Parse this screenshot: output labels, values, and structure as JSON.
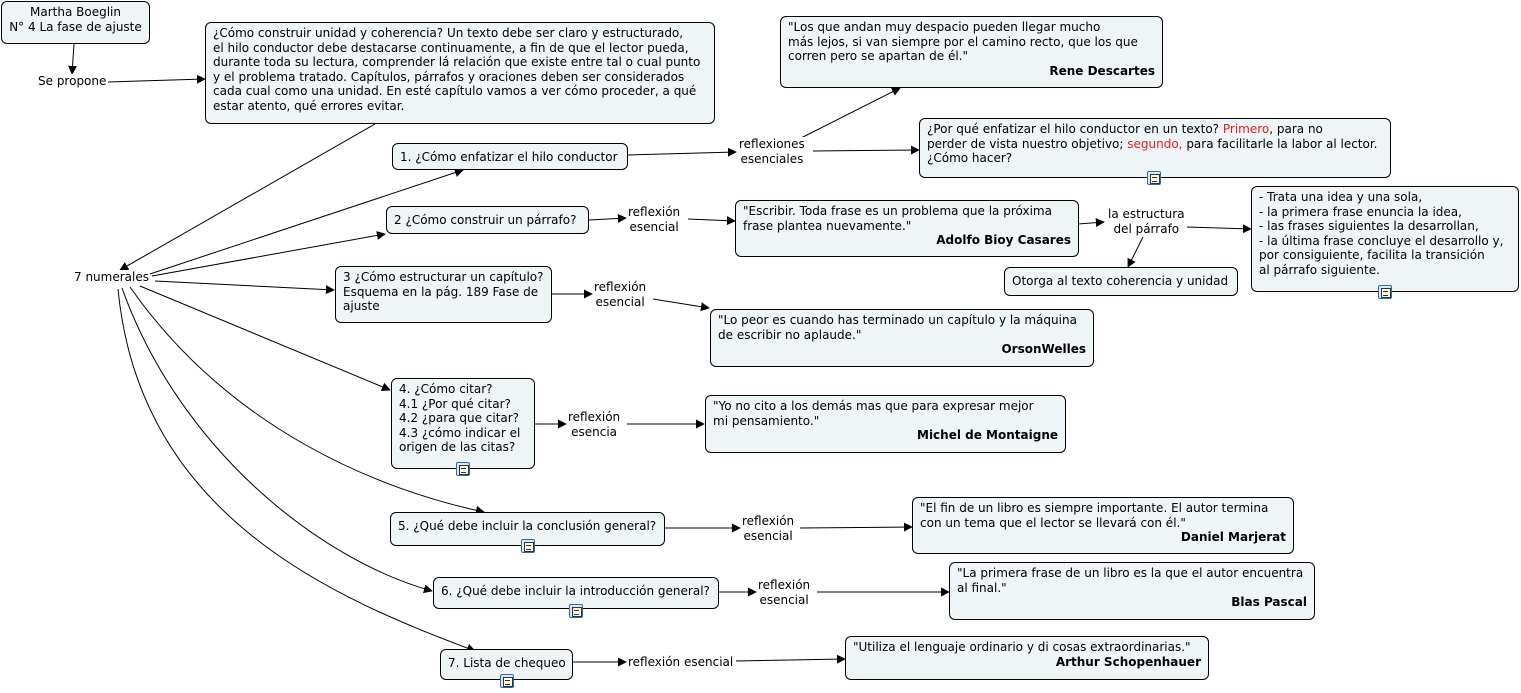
{
  "root": {
    "lines": [
      "Martha Boeglin",
      "N° 4 La fase de ajuste"
    ]
  },
  "links": {
    "se_propone": "Se propone",
    "siete_numerales": "7 numerales",
    "reflexiones_esenciales": [
      "reflexiones",
      "esenciales"
    ],
    "reflexion_esencial": [
      "reflexión",
      "esencial"
    ],
    "estructura_parrafo": [
      "la estructura",
      "del párrafo"
    ],
    "reflexion_esencia": [
      "reflexión",
      "esencia"
    ],
    "reflexion_esencial_inline": "reflexión esencial"
  },
  "intro": {
    "lines": [
      "¿Cómo construir unidad y coherencia? Un texto debe ser claro y estructurado,",
      "el hilo conductor debe destacarse continuamente, a fin de que el lector pueda,",
      "durante toda su lectura, comprender lá relación que existe entre tal o cual punto",
      "y el problema tratado. Capítulos, párrafos y oraciones deben ser considerados",
      "cada cual como una unidad. En esté capítulo vamos a ver cómo proceder, a qué",
      "estar atento, qué errores evitar."
    ]
  },
  "numerales": {
    "n1": "1. ¿Cómo enfatizar el hilo conductor",
    "n2": "2 ¿Cómo construir un párrafo?",
    "n3": [
      "3 ¿Cómo estructurar un capítulo?",
      "Esquema en la pág. 189 Fase de",
      "ajuste"
    ],
    "n4": [
      "4. ¿Cómo citar?",
      "4.1 ¿Por qué citar?",
      "4.2 ¿para que citar?",
      "4.3 ¿cómo indicar el",
      "origen de las citas?"
    ],
    "n5": "5. ¿Qué debe incluir la conclusión general?",
    "n6": "6. ¿Qué debe incluir la introducción general?",
    "n7": "7. Lista de chequeo"
  },
  "quotes": {
    "descartes": {
      "lines": [
        "\"Los que andan muy despacio pueden llegar mucho",
        "más lejos, si van siempre por el camino recto, que los que",
        "corren pero se apartan de él.\""
      ],
      "author": "Rene Descartes"
    },
    "hilo": {
      "line1_a": "¿Por qué enfatizar el hilo conductor en un texto? ",
      "line1_red": "Primero",
      "line1_b": ", para no",
      "line2_a": "perder de vista nuestro objetivo; ",
      "line2_red": "segundo,",
      "line2_b": " para facilitarle la labor al lector.",
      "line3": "¿Cómo hacer?"
    },
    "bioy": {
      "lines": [
        "\"Escribir. Toda frase es un problema que la próxima",
        "frase plantea nuevamente.\""
      ],
      "author": "Adolfo Bioy Casares"
    },
    "idea": {
      "lines": [
        "- Trata una idea y una sola,",
        "- la primera frase enuncia la idea,",
        "- las frases siguientes la desarrollan,",
        "- la última frase concluye el desarrollo y,",
        "por consiguiente, facilita la transición",
        "al párrafo siguiente."
      ]
    },
    "coherencia": "Otorga al texto coherencia y unidad",
    "welles": {
      "lines": [
        "\"Lo peor es cuando has terminado un capítulo y la máquina",
        "de escribir no aplaude.\""
      ],
      "author": "OrsonWelles"
    },
    "montaigne": {
      "lines": [
        "\"Yo no cito a los demás mas que para expresar mejor",
        "mi pensamiento.\""
      ],
      "author": "Michel de Montaigne"
    },
    "marjerat": {
      "lines": [
        "\"El fin de un libro es siempre importante. El autor termina",
        "con un tema que el lector se llevará con él.\""
      ],
      "author": "Daniel Marjerat"
    },
    "pascal": {
      "lines": [
        "\"La primera frase de un libro es la que el autor encuentra",
        "al final.\""
      ],
      "author": "Blas Pascal"
    },
    "schopenhauer": {
      "lines": [
        "\"Utiliza el lenguaje ordinario y di cosas extraordinarias.\""
      ],
      "author": "Arthur Schopenhauer"
    }
  },
  "icons": [
    "document-icon"
  ]
}
